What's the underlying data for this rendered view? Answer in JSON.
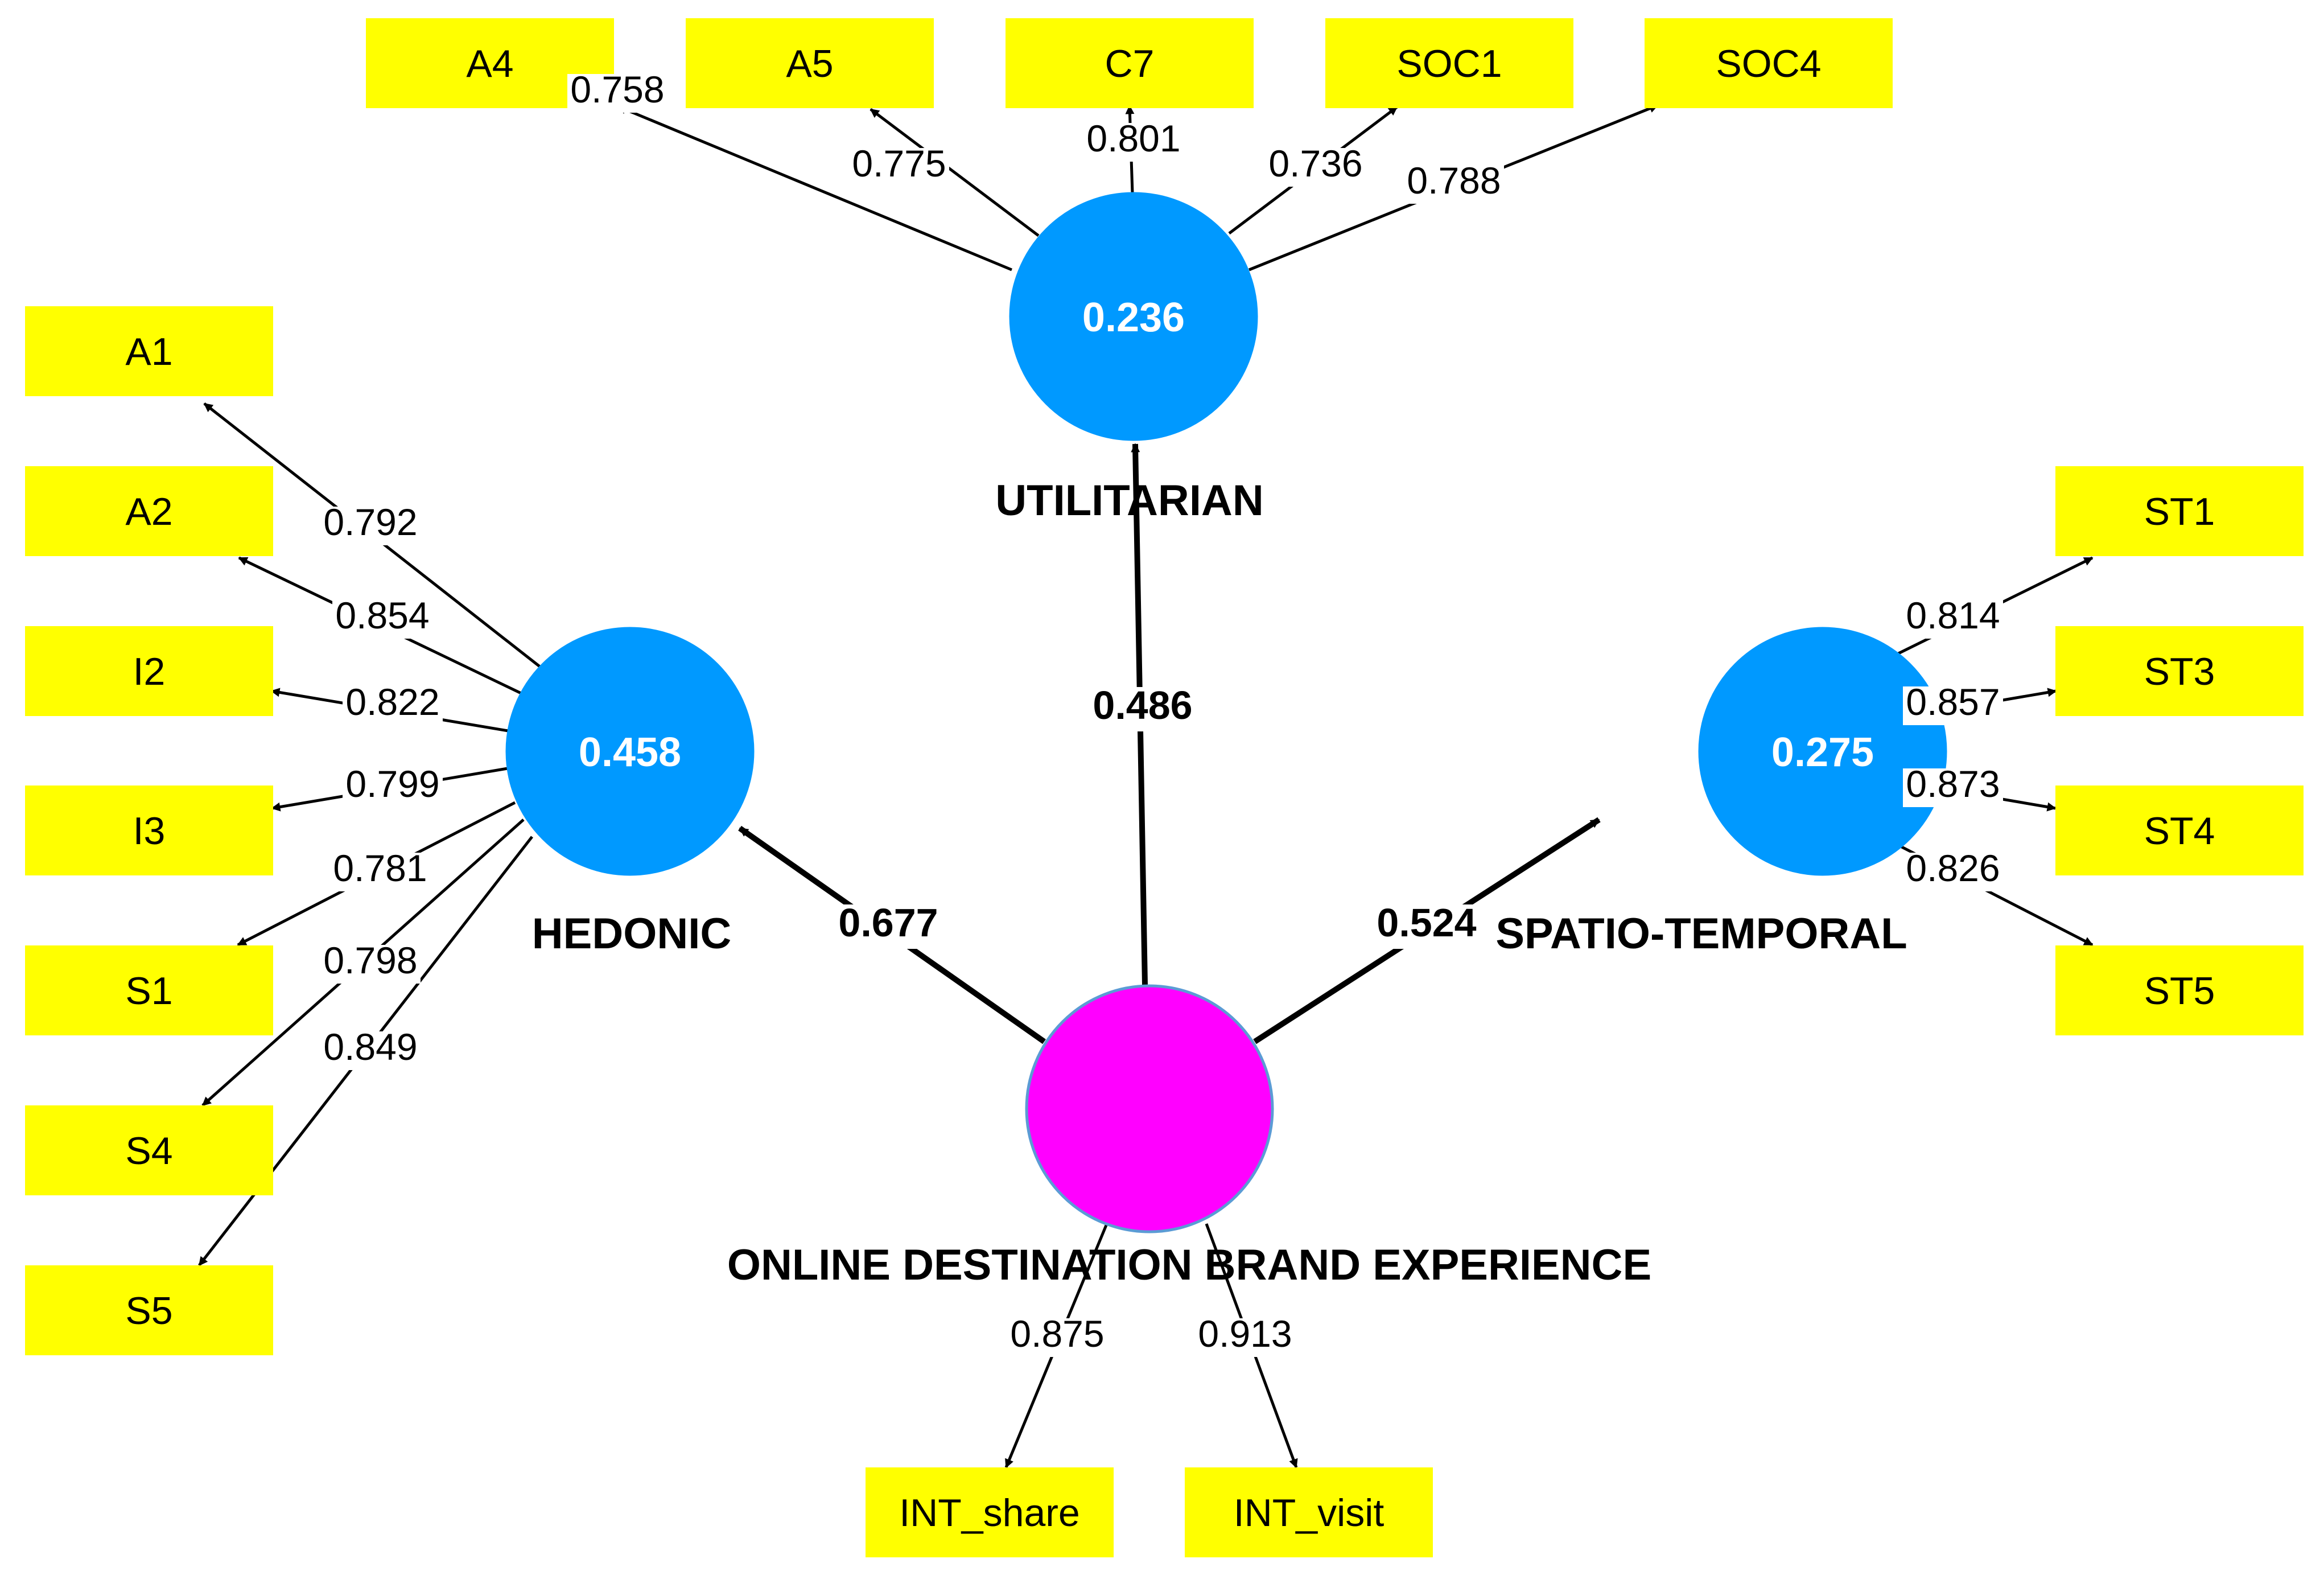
{
  "colors": {
    "indicator_fill": "#FFFF00",
    "endogenous_fill": "#0099FF",
    "exogenous_fill": "#FF00FF",
    "exogenous_stroke": "#5B9BD5",
    "line": "#000000",
    "background": "#FFFFFF"
  },
  "constructs": [
    {
      "id": "utilitarian",
      "name": "UTILITARIAN",
      "r2": "0.236"
    },
    {
      "id": "hedonic",
      "name": "HEDONIC",
      "r2": "0.458"
    },
    {
      "id": "spatio",
      "name": "SPATIO-TEMPORAL",
      "r2": "0.275"
    },
    {
      "id": "odbe",
      "name": "ONLINE DESTINATION BRAND EXPERIENCE",
      "r2": ""
    }
  ],
  "paths": [
    {
      "from": "odbe",
      "to": "utilitarian",
      "coef": "0.486"
    },
    {
      "from": "odbe",
      "to": "hedonic",
      "coef": "0.677"
    },
    {
      "from": "odbe",
      "to": "spatio",
      "coef": "0.524"
    }
  ],
  "indicators": [
    {
      "construct": "utilitarian",
      "label": "A4",
      "loading": "0.758"
    },
    {
      "construct": "utilitarian",
      "label": "A5",
      "loading": "0.775"
    },
    {
      "construct": "utilitarian",
      "label": "C7",
      "loading": "0.801"
    },
    {
      "construct": "utilitarian",
      "label": "SOC1",
      "loading": "0.736"
    },
    {
      "construct": "utilitarian",
      "label": "SOC4",
      "loading": "0.788"
    },
    {
      "construct": "hedonic",
      "label": "A1",
      "loading": "0.792"
    },
    {
      "construct": "hedonic",
      "label": "A2",
      "loading": "0.854"
    },
    {
      "construct": "hedonic",
      "label": "I2",
      "loading": "0.822"
    },
    {
      "construct": "hedonic",
      "label": "I3",
      "loading": "0.799"
    },
    {
      "construct": "hedonic",
      "label": "S1",
      "loading": "0.781"
    },
    {
      "construct": "hedonic",
      "label": "S4",
      "loading": "0.798"
    },
    {
      "construct": "hedonic",
      "label": "S5",
      "loading": "0.849"
    },
    {
      "construct": "spatio",
      "label": "ST1",
      "loading": "0.814"
    },
    {
      "construct": "spatio",
      "label": "ST3",
      "loading": "0.857"
    },
    {
      "construct": "spatio",
      "label": "ST4",
      "loading": "0.873"
    },
    {
      "construct": "spatio",
      "label": "ST5",
      "loading": "0.826"
    },
    {
      "construct": "odbe",
      "label": "INT_share",
      "loading": "0.875"
    },
    {
      "construct": "odbe",
      "label": "INT_visit",
      "loading": "0.913"
    }
  ]
}
